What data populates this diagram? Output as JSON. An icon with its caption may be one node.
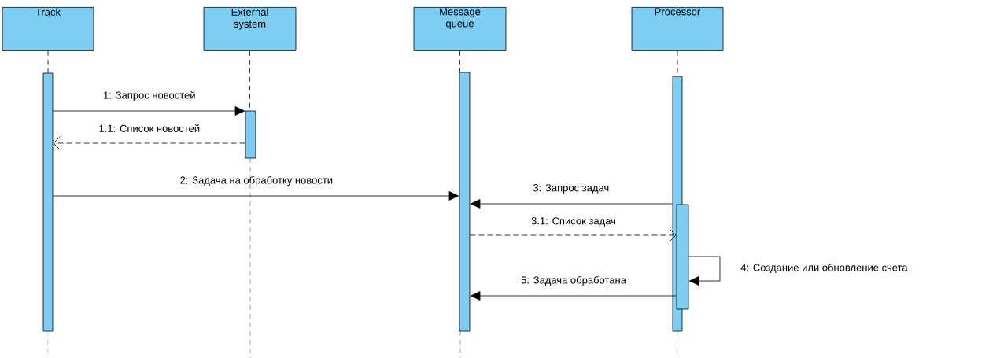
{
  "diagram": {
    "nodes": [
      {
        "text": [
          "Track"
        ]
      },
      {
        "text": [
          "External system"
        ]
      },
      {
        "text": [
          "Message queue"
        ]
      },
      {
        "text": [
          "Processor"
        ]
      },
      {
        "text": [],
        "shape": "bar"
      },
      {
        "text": [],
        "shape": "bar"
      },
      {
        "text": [],
        "shape": "bar"
      },
      {
        "text": [],
        "shape": "bar"
      },
      {
        "text": [],
        "shape": "bar"
      }
    ],
    "edges": [
      {
        "from": 0,
        "to": 4,
        "arrow": "none",
        "style": "dashed"
      },
      {
        "from": 1,
        "to": 5,
        "arrow": "none",
        "style": "dashed"
      },
      {
        "from": 2,
        "to": 6,
        "arrow": "none",
        "style": "dashed"
      },
      {
        "from": 3,
        "to": 7,
        "arrow": "none",
        "style": "dashed"
      },
      {
        "from": 4,
        "to": 5,
        "arrow": "to",
        "label": "1: Запрос новостей"
      },
      {
        "from": 5,
        "to": 4,
        "arrow": "to",
        "style": "dashed",
        "label": "1.1: Список новостей"
      },
      {
        "from": 4,
        "to": 6,
        "arrow": "to",
        "label": "2: Задача на обработку новости"
      },
      {
        "from": 7,
        "to": 6,
        "arrow": "to",
        "label": "3: Запрос задач"
      },
      {
        "from": 6,
        "to": 8,
        "arrow": "to",
        "style": "dashed",
        "label": "3.1: Список задач"
      },
      {
        "from": 8,
        "to": 8,
        "arrow": "to",
        "label": "4: Создание или обновление счета"
      },
      {
        "from": 8,
        "to": 6,
        "arrow": "to",
        "label": "5: Задача обработана"
      }
    ]
  }
}
